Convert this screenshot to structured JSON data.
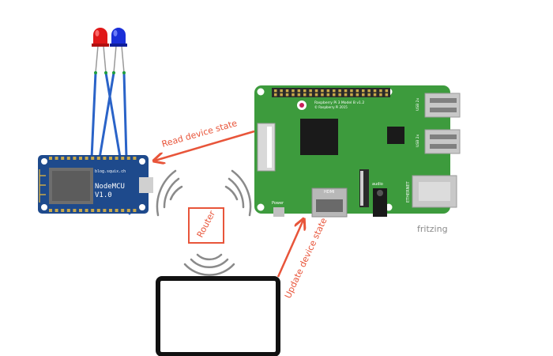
{
  "nodemcu": {
    "name_line1": "NodeMCU",
    "name_line2": "V1.0",
    "site": "blog.squix.ch"
  },
  "raspberry_pi": {
    "model": "Raspberry Pi 3 Model B v1.2",
    "copyright": "© Raspberry Pi 2015",
    "hdmi": "HDMI",
    "audio": "audio",
    "power": "Power",
    "ethernet": "ETHERNET",
    "usb": "USB 2x"
  },
  "router": {
    "label": "Router"
  },
  "arrows": {
    "read_label": "Read device state",
    "update_label": "Update device state"
  },
  "watermark": "fritzing",
  "colors": {
    "accent": "#e8553a",
    "board_green": "#3d9b3d",
    "nodemcu_blue": "#1e4a8c",
    "wire_blue": "#2a63c8",
    "led_red": "#e01818",
    "led_blue": "#1a2fd8",
    "wifi_gray": "#8a8a8a"
  }
}
